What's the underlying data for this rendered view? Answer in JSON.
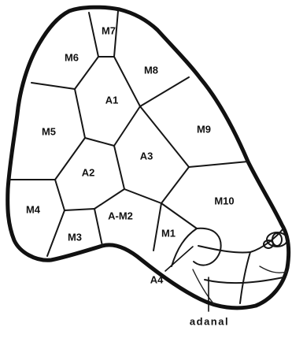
{
  "cells": {
    "m7": "M7",
    "m6": "M6",
    "m8": "M8",
    "a1": "A1",
    "m5": "M5",
    "m9": "M9",
    "a3": "A3",
    "a2": "A2",
    "m10": "M10",
    "m4": "M4",
    "a_m2": "A-M2",
    "m1": "M1",
    "m3": "M3"
  },
  "callouts": {
    "a4": "A4",
    "adanal": "adanal"
  }
}
